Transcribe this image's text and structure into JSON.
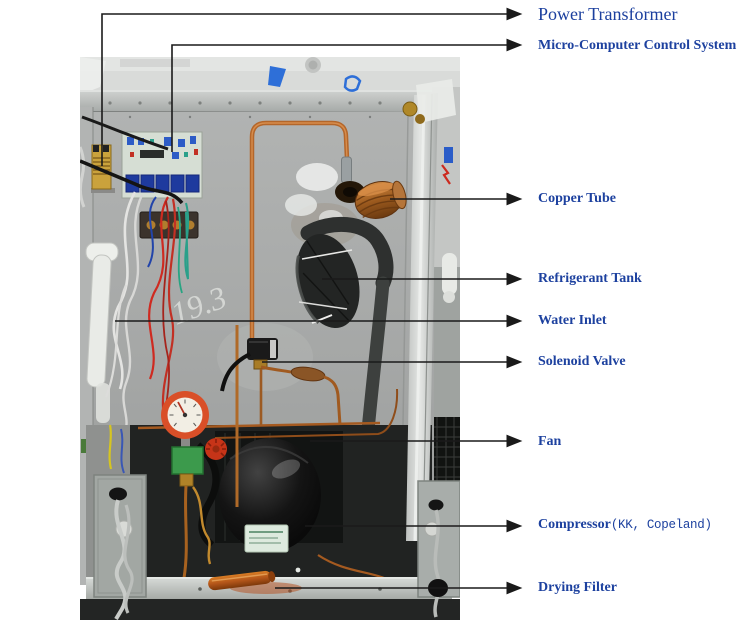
{
  "figure": {
    "description": "Interior photo of refrigeration unit with component callouts",
    "handwriting": "19.3"
  },
  "callouts": [
    {
      "id": "power-transformer",
      "label": "Power Transformer"
    },
    {
      "id": "micro-computer-control-system",
      "label": "Micro-Computer Control System"
    },
    {
      "id": "copper-tube",
      "label": "Copper Tube"
    },
    {
      "id": "refrigerant-tank",
      "label": "Refrigerant Tank"
    },
    {
      "id": "water-inlet",
      "label": "Water Inlet"
    },
    {
      "id": "solenoid-valve",
      "label": "Solenoid Valve"
    },
    {
      "id": "fan",
      "label": "Fan"
    },
    {
      "id": "compressor",
      "label": "Compressor",
      "note": "(KK, Copeland)"
    },
    {
      "id": "drying-filter",
      "label": "Drying Filter"
    }
  ],
  "colors": {
    "label_text": "#1d419f",
    "label_text_primary": "#1b3f9e",
    "arrow": "#1a1a1a",
    "background": "#ffffff",
    "panel_grey": "#a8aaa9",
    "copper": "#b4662a",
    "insulation_black": "#2e302f"
  }
}
